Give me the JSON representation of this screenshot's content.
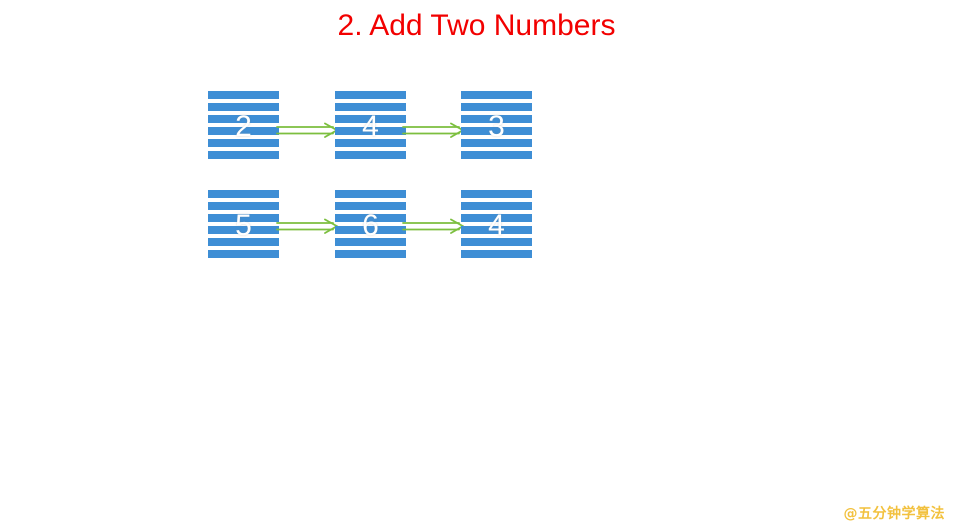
{
  "title": {
    "text": "2. Add Two Numbers"
  },
  "watermark": {
    "text": "@五分钟学算法"
  },
  "colors": {
    "title_red": "#f20000",
    "node_blue": "#3e8ed5",
    "arrow_green": "#7cbf3f",
    "watermark_gold": "#f2c13e",
    "digit_white": "#ffffff"
  },
  "diagram": {
    "type": "singly-linked-lists",
    "lists": [
      {
        "name": "list-1",
        "nodes": [
          "2",
          "4",
          "3"
        ]
      },
      {
        "name": "list-2",
        "nodes": [
          "5",
          "6",
          "4"
        ]
      }
    ]
  }
}
